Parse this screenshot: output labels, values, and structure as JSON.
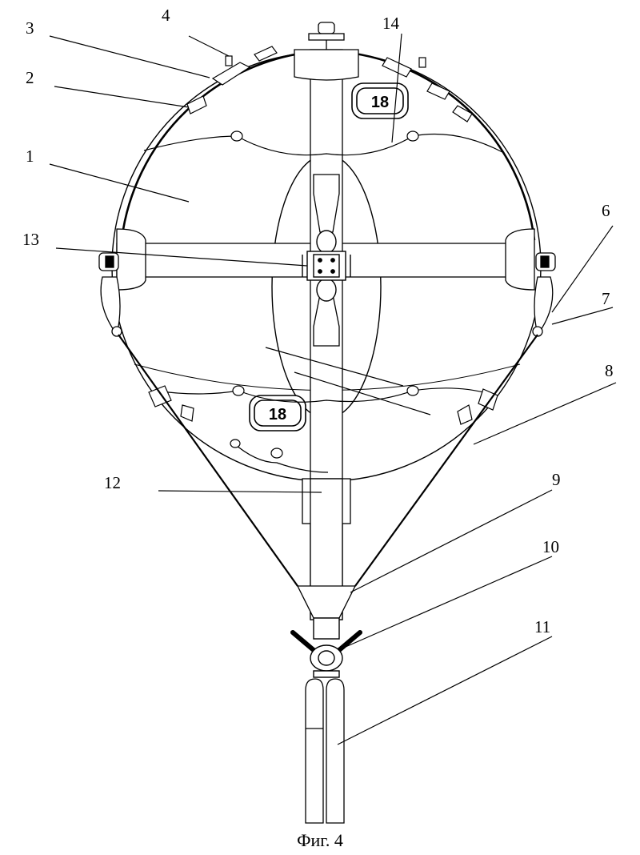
{
  "figure": {
    "caption": "Фиг. 4",
    "badge_upper": "18",
    "badge_lower": "18",
    "callouts": [
      {
        "id": "1",
        "text": "1"
      },
      {
        "id": "2",
        "text": "2"
      },
      {
        "id": "3",
        "text": "3"
      },
      {
        "id": "4",
        "text": "4"
      },
      {
        "id": "6",
        "text": "6"
      },
      {
        "id": "7",
        "text": "7"
      },
      {
        "id": "8",
        "text": "8"
      },
      {
        "id": "9",
        "text": "9"
      },
      {
        "id": "10",
        "text": "10"
      },
      {
        "id": "11",
        "text": "11"
      },
      {
        "id": "12",
        "text": "12"
      },
      {
        "id": "13",
        "text": "13"
      },
      {
        "id": "14",
        "text": "14"
      }
    ]
  }
}
